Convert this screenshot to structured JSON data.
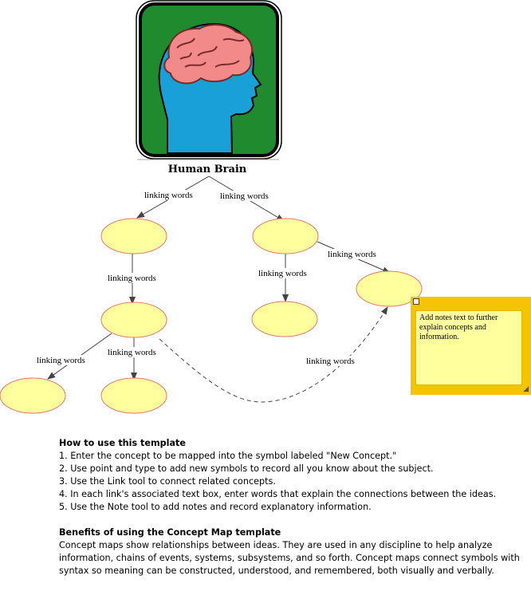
{
  "title": "Human Brain",
  "link_label": "linking words",
  "note": {
    "text": "Add notes text to further explain concepts and information."
  },
  "instructions": {
    "how_title": "How to use this template",
    "how_steps": [
      "1. Enter the concept to be mapped into the symbol labeled \"New Concept.\"",
      "2. Use point and type to add new symbols to record all you know about the subject.",
      "3. Use the Link tool to connect related concepts.",
      "4. In each link's associated text box, enter words that explain the connections between the ideas.",
      "5. Use the Note tool to add notes and record explanatory information."
    ],
    "benefits_title": "Benefits of using the Concept Map template",
    "benefits_text": "Concept maps show relationships between ideas. They are used in any discipline to help analyze information, chains of events, systems, subsystems, and so forth. Concept maps connect symbols with syntax so meaning can be constructed, understood, and remembered, both visually and verbally."
  },
  "colors": {
    "node_fill": "#ffff9e",
    "node_stroke": "#e07a6a",
    "note_frame": "#f5c400",
    "clipart_green": "#1f8a2e",
    "clipart_blue": "#1aa0d8",
    "clipart_brain": "#f28a8a"
  }
}
